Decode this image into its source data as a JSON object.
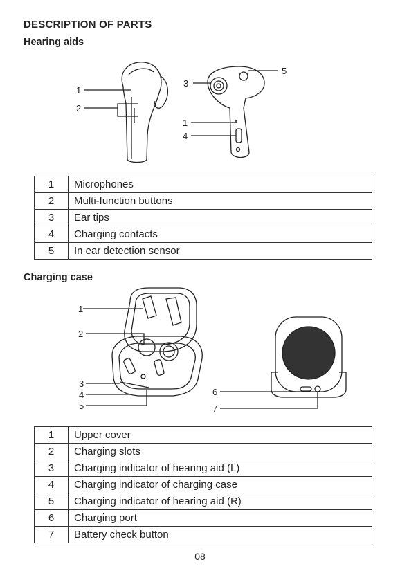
{
  "header": {
    "title": "DESCRIPTION OF PARTS"
  },
  "hearing_aids": {
    "heading": "Hearing aids",
    "callouts": [
      "1",
      "2",
      "3",
      "1",
      "4",
      "5"
    ],
    "parts": [
      {
        "num": "1",
        "label": "Microphones"
      },
      {
        "num": "2",
        "label": "Multi-function buttons"
      },
      {
        "num": "3",
        "label": "Ear tips"
      },
      {
        "num": "4",
        "label": "Charging contacts"
      },
      {
        "num": "5",
        "label": "In ear detection sensor"
      }
    ]
  },
  "charging_case": {
    "heading": "Charging case",
    "callouts": [
      "1",
      "2",
      "3",
      "4",
      "5",
      "6",
      "7"
    ],
    "parts": [
      {
        "num": "1",
        "label": "Upper cover"
      },
      {
        "num": "2",
        "label": "Charging slots"
      },
      {
        "num": "3",
        "label": "Charging indicator of hearing aid (L)"
      },
      {
        "num": "4",
        "label": "Charging indicator of charging case"
      },
      {
        "num": "5",
        "label": "Charging indicator of hearing aid (R)"
      },
      {
        "num": "6",
        "label": "Charging port"
      },
      {
        "num": "7",
        "label": "Battery check button"
      }
    ]
  },
  "footer": {
    "page_number": "08"
  }
}
